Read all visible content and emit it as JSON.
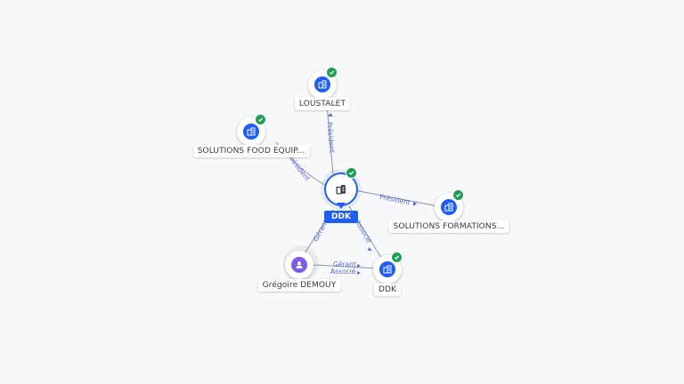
{
  "center": {
    "label": "DDK"
  },
  "nodes": {
    "loustalet": {
      "label": "LOUSTALET"
    },
    "solutions_food": {
      "label": "SOLUTIONS FOOD EQUIP..."
    },
    "solutions_formations": {
      "label": "SOLUTIONS FORMATIONS..."
    },
    "ddk_child": {
      "label": "DDK"
    },
    "person": {
      "label": "Grégoire DEMOUY"
    }
  },
  "edges": {
    "to_loustalet": "Président",
    "to_food": "Président",
    "to_formations": "Président",
    "to_ddk_child": "Associé",
    "person_to_center": "Gérant",
    "person_to_ddk_gerant": "Gérant",
    "person_to_ddk_associe": "Associé"
  },
  "colors": {
    "company": "#1e5ef3",
    "person": "#7c5ce8",
    "verified": "#1f9d55",
    "edge": "#8a93a6",
    "edge_label": "#5b6bd6"
  },
  "icons": {
    "company": "building-icon",
    "person": "person-icon",
    "verified": "check-badge-icon"
  }
}
